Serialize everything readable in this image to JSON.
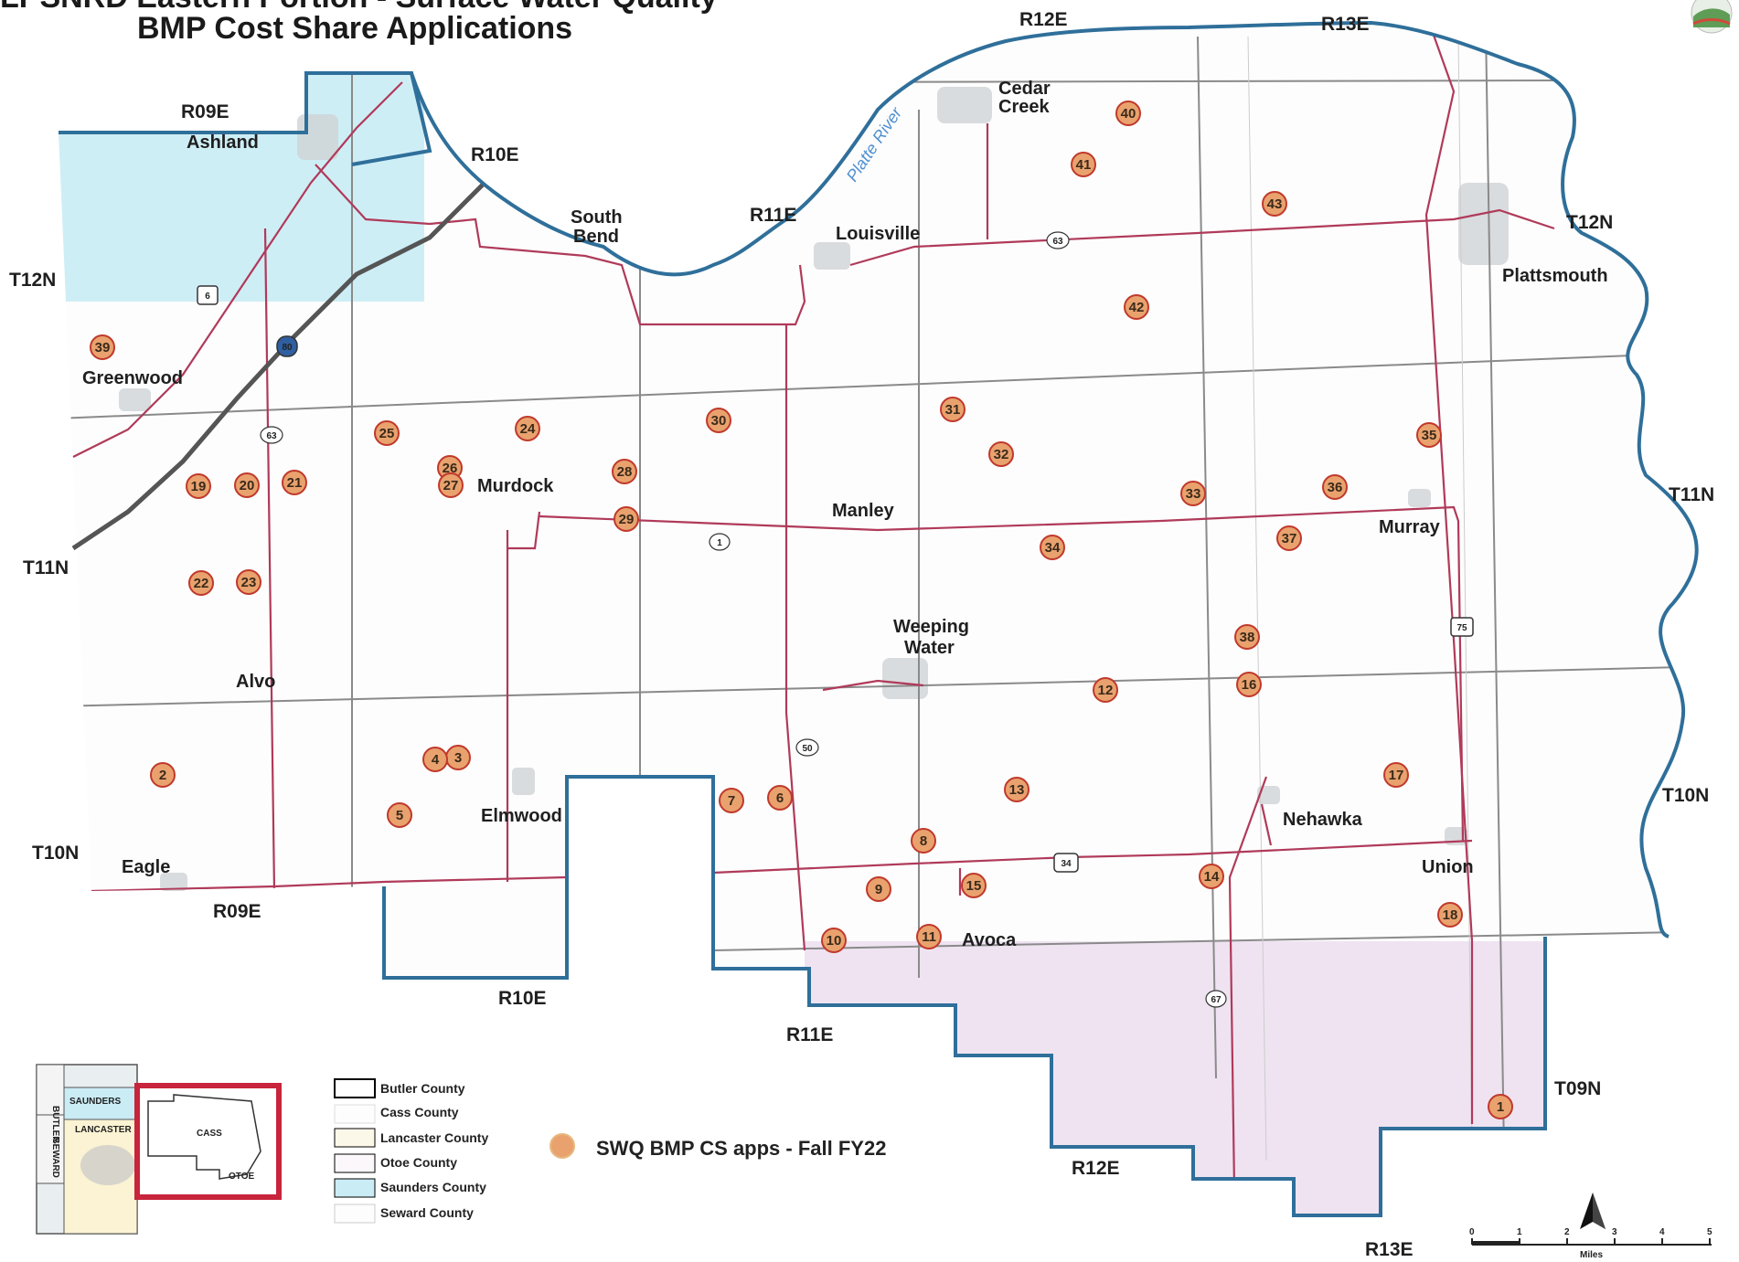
{
  "title": {
    "line1": "LPSNRD Eastern Portion - Surface Water Quality",
    "line2": "BMP Cost Share Applications"
  },
  "water_label": "Platte River",
  "ranges": [
    "R12E",
    "R13E",
    "R09E",
    "R10E",
    "R11E",
    "R09E",
    "R10E",
    "R11E",
    "R12E",
    "R13E"
  ],
  "townships": [
    "T12N",
    "T12N",
    "T11N",
    "T11N",
    "T10N",
    "T10N",
    "T09N"
  ],
  "towns": [
    "Ashland",
    "Cedar",
    "Creek",
    "South",
    "Bend",
    "Louisville",
    "Plattsmouth",
    "Greenwood",
    "Murdock",
    "Manley",
    "Murray",
    "Weeping",
    "Water",
    "Alvo",
    "Elmwood",
    "Eagle",
    "Nehawka",
    "Union",
    "Avoca"
  ],
  "routes": [
    "6",
    "80",
    "63",
    "63",
    "1",
    "50",
    "75",
    "34",
    "67"
  ],
  "points": [
    "1",
    "2",
    "3",
    "4",
    "5",
    "6",
    "7",
    "8",
    "9",
    "10",
    "11",
    "12",
    "13",
    "14",
    "15",
    "16",
    "17",
    "18",
    "19",
    "20",
    "21",
    "22",
    "23",
    "24",
    "25",
    "26",
    "27",
    "28",
    "29",
    "30",
    "31",
    "32",
    "33",
    "34",
    "35",
    "36",
    "37",
    "38",
    "39",
    "40",
    "41",
    "42",
    "43"
  ],
  "legend": {
    "items": [
      "Butler County",
      "Cass County",
      "Lancaster County",
      "Otoe County",
      "Saunders County",
      "Seward County"
    ],
    "point_label": "SWQ BMP CS apps - Fall FY22"
  },
  "inset": {
    "labels": [
      "BUTLER",
      "SAUNDERS",
      "SEWARD",
      "LANCASTER",
      "CASS",
      "OTOE"
    ]
  },
  "scale": {
    "ticks": [
      "0",
      "1",
      "2",
      "3",
      "4",
      "5"
    ],
    "unit": "Miles"
  },
  "colors": {
    "boundary": "#2f6f9a",
    "road": "#b03a5a",
    "saunders": "#c9ecf5",
    "otoe": "#efe3f2",
    "point_fill": "#e9a26e",
    "point_stroke": "#c0392b"
  }
}
